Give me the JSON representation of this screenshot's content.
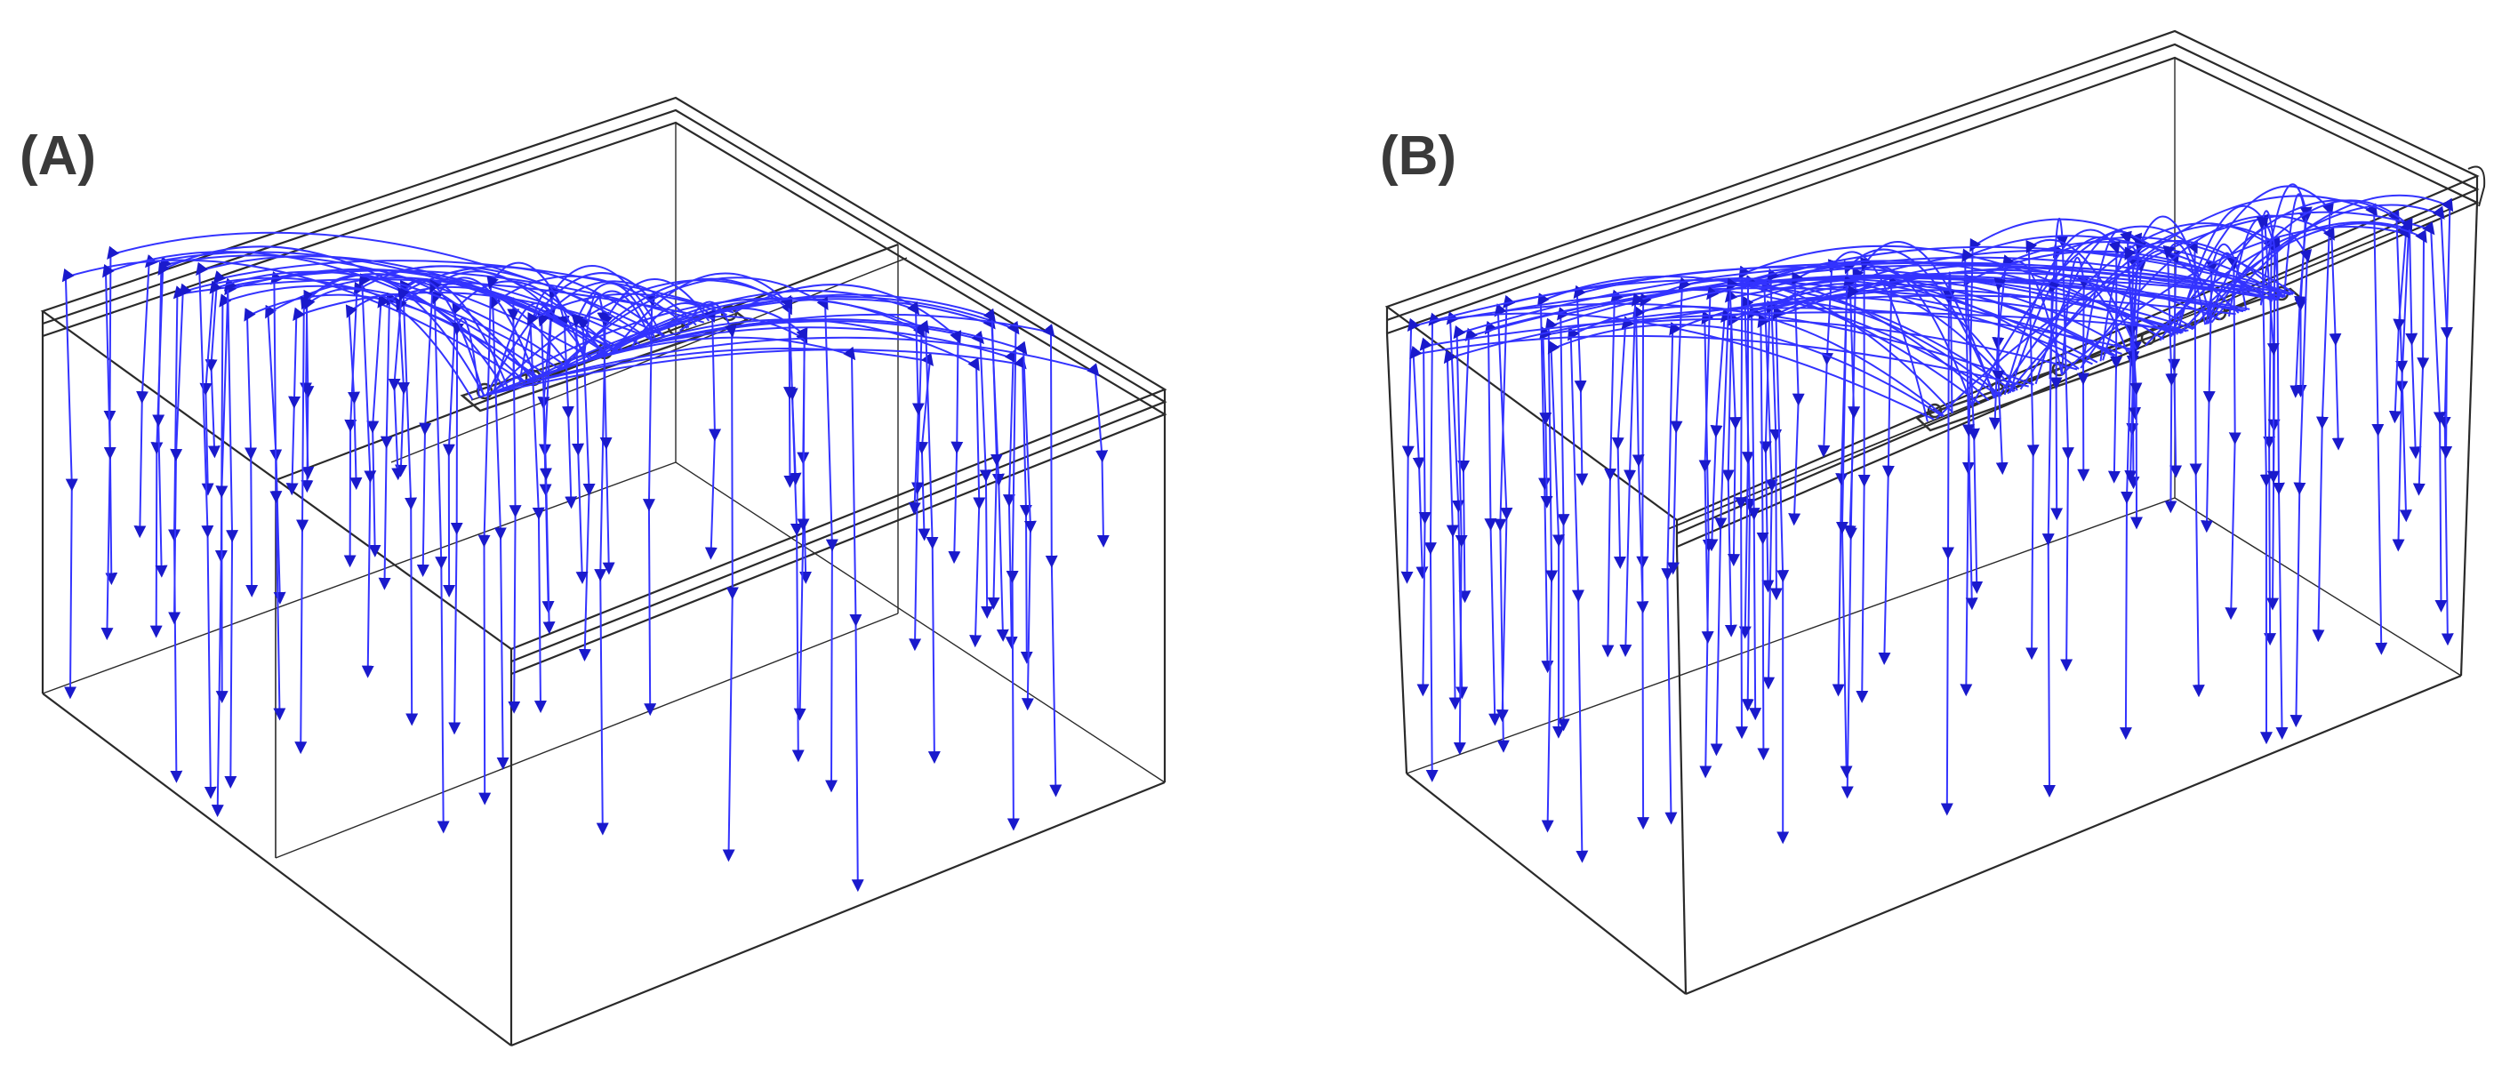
{
  "panels": [
    {
      "id": "A",
      "label": "(A)"
    },
    {
      "id": "B",
      "label": "(B)"
    }
  ],
  "colors": {
    "streamline": "#3333ff",
    "arrow": "#1a1acc",
    "box_edge": "#2a2a2a",
    "electrode": "#333333"
  },
  "icons": {
    "streamline": "streamline-icon",
    "arrow": "arrow-head-icon",
    "electrode": "electrode-icon"
  }
}
